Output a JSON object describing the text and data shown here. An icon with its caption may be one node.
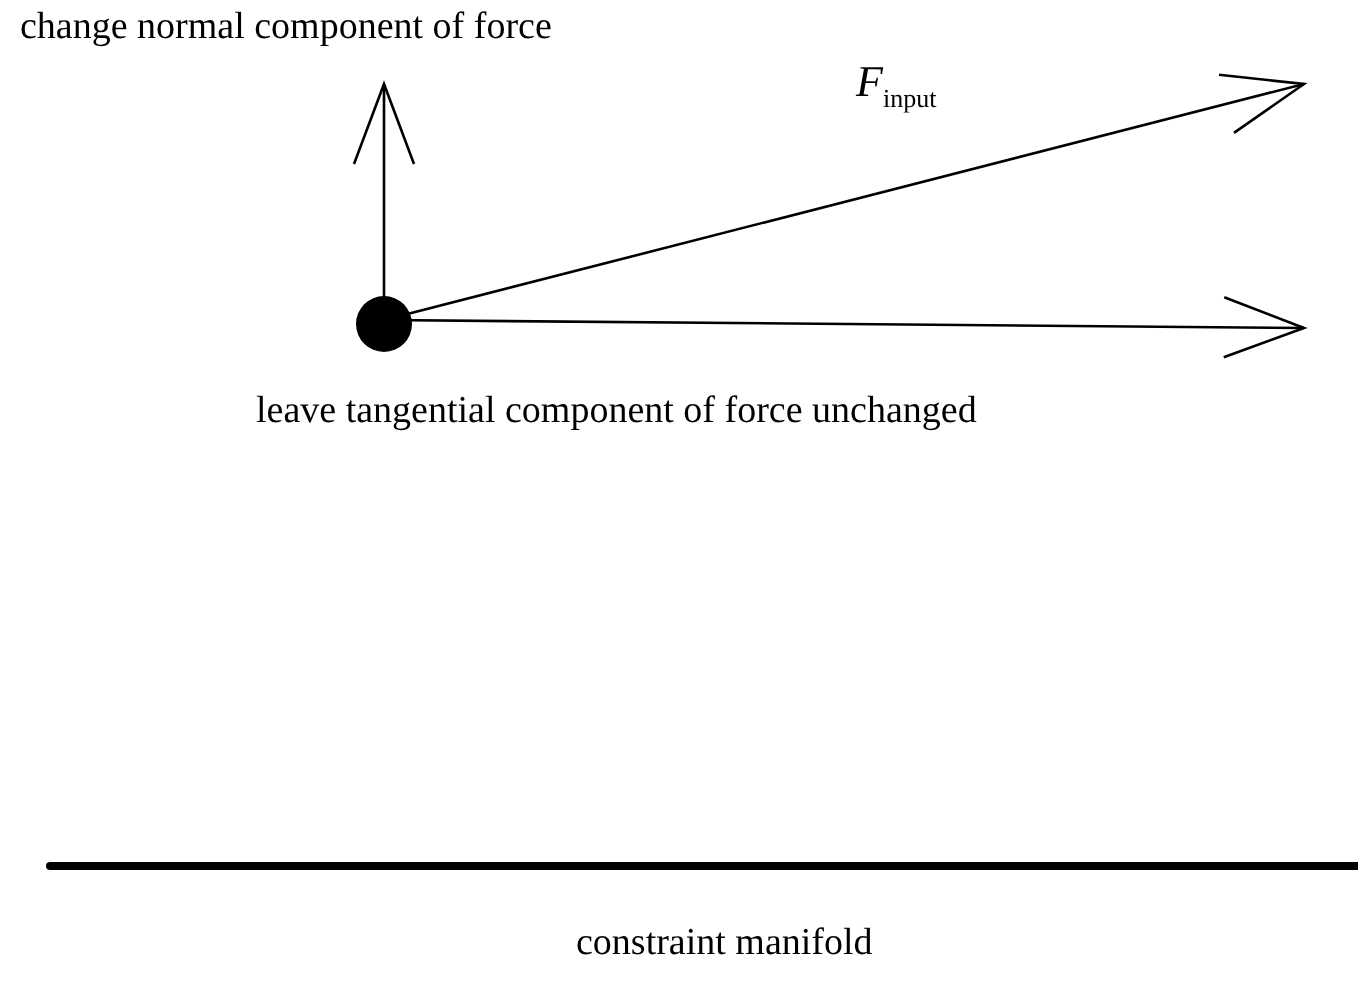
{
  "diagram": {
    "labels": [
      "change normal component of force",
      "*F*$_{input}$",
      "leave tangential component of force unchanged",
      "constraint manifold"
    ]
  }
}
